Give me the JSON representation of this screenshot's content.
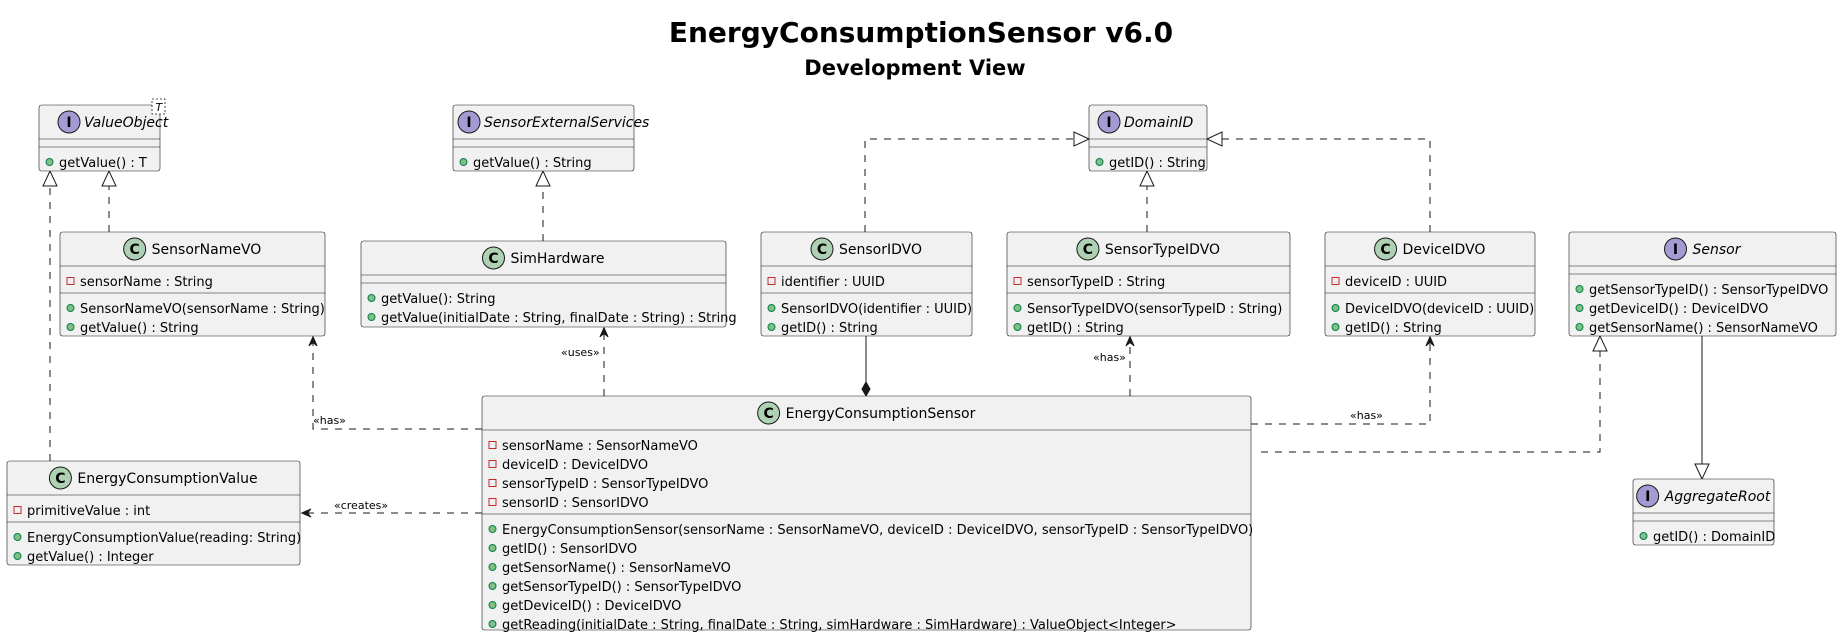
{
  "title": "EnergyConsumptionSensor v6.0",
  "subtitle": "Development View",
  "colors": {
    "class_badge": "#add1b2",
    "interface_badge": "#a59ad4",
    "public": "#84be84",
    "private": "#c82930",
    "box_fill": "#f1f1f1",
    "stroke": "#181818"
  },
  "classes": {
    "ValueObject": {
      "kind": "I",
      "name": "ValueObject",
      "generic": "T",
      "fields": [],
      "methods": [
        {
          "vis": "public",
          "text": "getValue() : T"
        }
      ]
    },
    "SensorExternalServices": {
      "kind": "I",
      "name": "SensorExternalServices",
      "fields": [],
      "methods": [
        {
          "vis": "public",
          "text": "getValue() : String"
        }
      ]
    },
    "DomainID": {
      "kind": "I",
      "name": "DomainID",
      "fields": [],
      "methods": [
        {
          "vis": "public",
          "text": "getID() : String"
        }
      ]
    },
    "SensorNameVO": {
      "kind": "C",
      "name": "SensorNameVO",
      "fields": [
        {
          "vis": "private",
          "text": "sensorName : String"
        }
      ],
      "methods": [
        {
          "vis": "public",
          "text": "SensorNameVO(sensorName : String)"
        },
        {
          "vis": "public",
          "text": "getValue() : String"
        }
      ]
    },
    "SimHardware": {
      "kind": "C",
      "name": "SimHardware",
      "fields": [],
      "methods": [
        {
          "vis": "public",
          "text": "getValue(): String"
        },
        {
          "vis": "public",
          "text": "getValue(initialDate : String, finalDate : String) : String"
        }
      ]
    },
    "SensorIDVO": {
      "kind": "C",
      "name": "SensorIDVO",
      "fields": [
        {
          "vis": "private",
          "text": "identifier : UUID"
        }
      ],
      "methods": [
        {
          "vis": "public",
          "text": "SensorIDVO(identifier : UUID)"
        },
        {
          "vis": "public",
          "text": "getID() : String"
        }
      ]
    },
    "SensorTypeIDVO": {
      "kind": "C",
      "name": "SensorTypeIDVO",
      "fields": [
        {
          "vis": "private",
          "text": "sensorTypeID : String"
        }
      ],
      "methods": [
        {
          "vis": "public",
          "text": "SensorTypeIDVO(sensorTypeID : String)"
        },
        {
          "vis": "public",
          "text": "getID() : String"
        }
      ]
    },
    "DeviceIDVO": {
      "kind": "C",
      "name": "DeviceIDVO",
      "fields": [
        {
          "vis": "private",
          "text": "deviceID : UUID"
        }
      ],
      "methods": [
        {
          "vis": "public",
          "text": "DeviceIDVO(deviceID : UUID)"
        },
        {
          "vis": "public",
          "text": "getID() : String"
        }
      ]
    },
    "Sensor": {
      "kind": "I",
      "name": "Sensor",
      "fields": [],
      "methods": [
        {
          "vis": "public",
          "text": "getSensorTypeID() : SensorTypeIDVO"
        },
        {
          "vis": "public",
          "text": "getDeviceID() : DeviceIDVO"
        },
        {
          "vis": "public",
          "text": "getSensorName() : SensorNameVO"
        }
      ]
    },
    "EnergyConsumptionSensor": {
      "kind": "C",
      "name": "EnergyConsumptionSensor",
      "fields": [
        {
          "vis": "private",
          "text": "sensorName : SensorNameVO"
        },
        {
          "vis": "private",
          "text": "deviceID : DeviceIDVO"
        },
        {
          "vis": "private",
          "text": "sensorTypeID : SensorTypeIDVO"
        },
        {
          "vis": "private",
          "text": "sensorID : SensorIDVO"
        }
      ],
      "methods": [
        {
          "vis": "public",
          "text": "EnergyConsumptionSensor(sensorName : SensorNameVO, deviceID : DeviceIDVO, sensorTypeID : SensorTypeIDVO)"
        },
        {
          "vis": "public",
          "text": "getID() : SensorIDVO"
        },
        {
          "vis": "public",
          "text": "getSensorName() : SensorNameVO"
        },
        {
          "vis": "public",
          "text": "getSensorTypeID() : SensorTypeIDVO"
        },
        {
          "vis": "public",
          "text": "getDeviceID() : DeviceIDVO"
        },
        {
          "vis": "public",
          "text": "getReading(initialDate : String, finalDate : String, simHardware : SimHardware) : ValueObject<Integer>"
        }
      ]
    },
    "EnergyConsumptionValue": {
      "kind": "C",
      "name": "EnergyConsumptionValue",
      "fields": [
        {
          "vis": "private",
          "text": "primitiveValue : int"
        }
      ],
      "methods": [
        {
          "vis": "public",
          "text": "EnergyConsumptionValue(reading: String)"
        },
        {
          "vis": "public",
          "text": "getValue() : Integer"
        }
      ]
    },
    "AggregateRoot": {
      "kind": "I",
      "name": "AggregateRoot",
      "fields": [],
      "methods": [
        {
          "vis": "public",
          "text": "getID() : DomainID"
        }
      ]
    }
  },
  "relation_labels": {
    "has": "«has»",
    "uses": "«uses»",
    "creates": "«creates»"
  }
}
